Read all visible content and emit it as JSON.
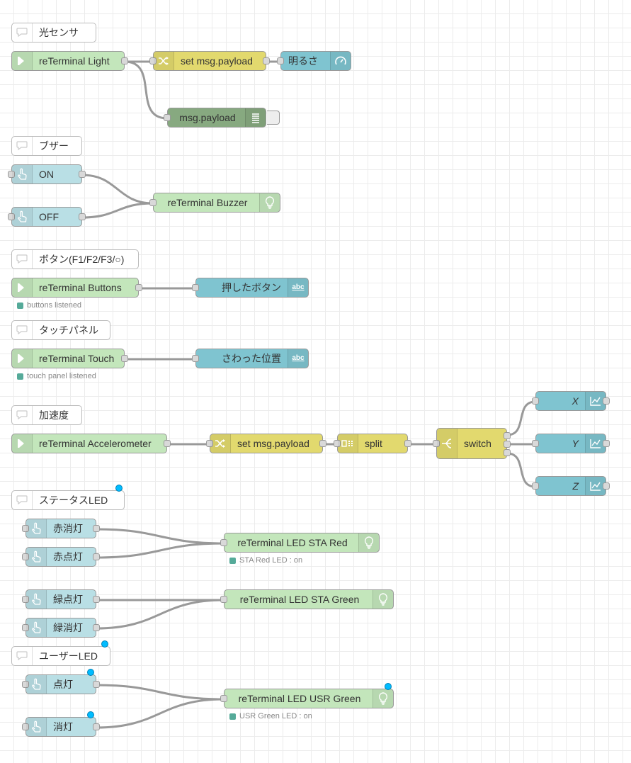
{
  "flows": {
    "light": {
      "comment": "光センサ",
      "source": "reTerminal Light",
      "change": "set msg.payload",
      "gauge": "明るさ",
      "debug": "msg.payload"
    },
    "buzzer": {
      "comment": "ブザー",
      "on": "ON",
      "off": "OFF",
      "target": "reTerminal Buzzer"
    },
    "buttons": {
      "comment": "ボタン(F1/F2/F3/○)",
      "source": "reTerminal Buttons",
      "status": "buttons listened",
      "text": "押したボタン"
    },
    "touch": {
      "comment": "タッチパネル",
      "source": "reTerminal Touch",
      "status": "touch panel listened",
      "text": "さわった位置"
    },
    "accel": {
      "comment": "加速度",
      "source": "reTerminal Accelerometer",
      "change": "set msg.payload",
      "split": "split",
      "switch": "switch",
      "x": "X",
      "y": "Y",
      "z": "Z"
    },
    "status_led": {
      "comment": "ステータスLED",
      "red_off": "赤消灯",
      "red_on": "赤点灯",
      "red_target": "reTerminal LED STA Red",
      "red_status": "STA Red LED : on",
      "green_on": "緑点灯",
      "green_off": "緑消灯",
      "green_target": "reTerminal LED STA Green"
    },
    "user_led": {
      "comment": "ユーザーLED",
      "on": "点灯",
      "off": "消灯",
      "target": "reTerminal LED USR Green",
      "status": "USR Green LED : on"
    }
  },
  "colors": {
    "inject": "#a6bbcf",
    "reterminal": "#c3e6bb",
    "change": "#e2d96e",
    "dashboard": "#7fc4d0",
    "debug": "#87a980",
    "button": "#b9dfe5",
    "status_ok": "#55aa99",
    "changed_marker": "#00bcff",
    "wire": "#999999"
  },
  "icons": {
    "comment": "comment-icon",
    "input": "arrow-in-icon",
    "change": "shuffle-icon",
    "gauge": "gauge-icon",
    "debug": "debug-list-icon",
    "button": "hand-pointer-icon",
    "light": "light-bulb-icon",
    "text": "abc-text-icon",
    "split": "split-icon",
    "switch": "switch-icon",
    "chart": "line-chart-icon"
  }
}
